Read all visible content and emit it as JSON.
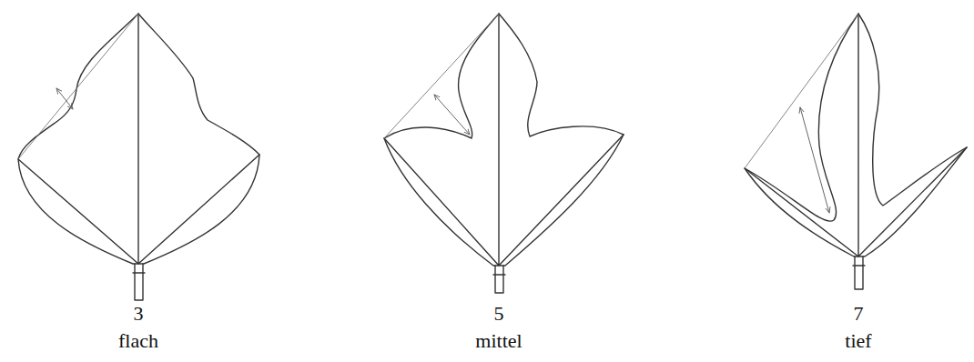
{
  "diagram": {
    "labels": [
      "3",
      "flach",
      "5",
      "mittel",
      "7",
      "tief"
    ]
  }
}
